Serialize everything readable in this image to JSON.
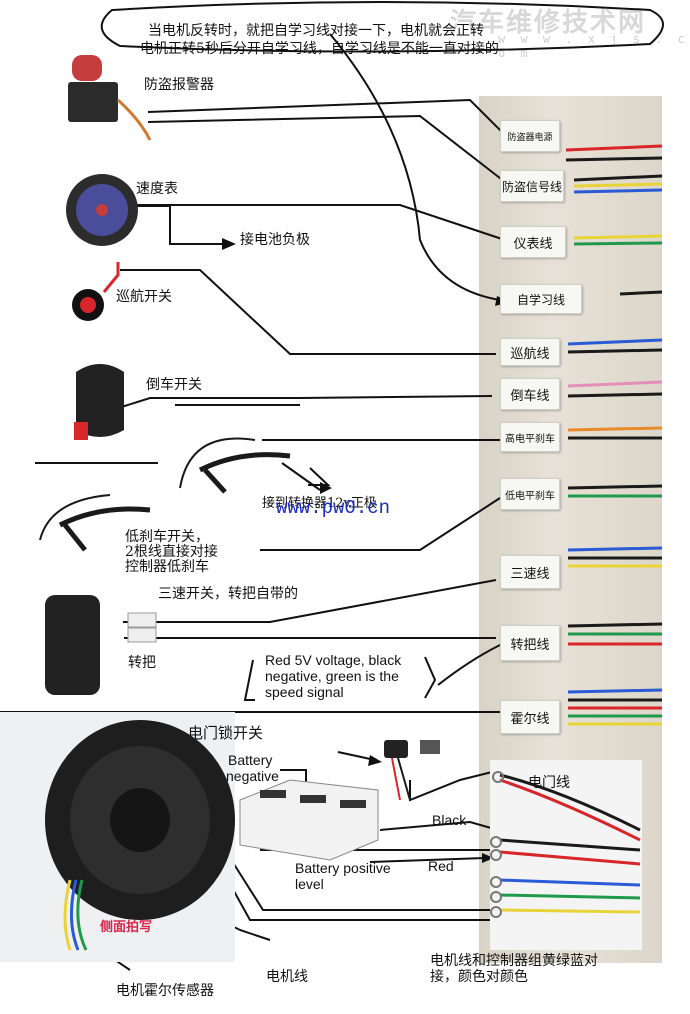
{
  "watermark": {
    "title": "汽车维修技术网",
    "url": "w w w . x j s . c o m"
  },
  "top_note": {
    "line1": "当电机反转时，就把自学习线对接一下，电机就会正转",
    "line2": "电机正转5秒后分开自学习线，自学习线是不能一直对接的"
  },
  "components": {
    "alarm": "防盗报警器",
    "speedometer": "速度表",
    "battery_negative_cn": "接电池负极",
    "cruise_switch": "巡航开关",
    "reverse_switch": "倒车开关",
    "high_brake_note": "接到转换器12v正极",
    "website": "www.pw0.cn",
    "low_brake_line1": "低刹车开关，",
    "low_brake_line2": "2根线直接对接",
    "low_brake_line3": "控制器低刹车",
    "three_speed": "三速开关，转把自带的",
    "throttle": "转把",
    "signal_line1": "Red 5V voltage, black",
    "signal_line2": "negative, green is the",
    "signal_line3": "speed signal",
    "door_lock_switch": "电门锁开关",
    "battery_neg_en_1": "Battery",
    "battery_neg_en_2": "negative",
    "battery_pos_en_1": "Battery positive",
    "battery_pos_en_2": "level",
    "door_wire": "电门线",
    "black": "Black",
    "red": "Red",
    "motor_line": "电机线",
    "hall_sensor": "电机霍尔传感器",
    "motor_note_1": "电机线和控制器组黄绿蓝对",
    "motor_note_2": "接，颜色对颜色",
    "wheel_text": "侧面拍写"
  },
  "connectors": [
    {
      "label": "防盗器电源"
    },
    {
      "label": "防盗信号线"
    },
    {
      "label": "仪表线"
    },
    {
      "label": "自学习线"
    },
    {
      "label": "巡航线"
    },
    {
      "label": "倒车线"
    },
    {
      "label": "高电平刹车"
    },
    {
      "label": "低电平刹车"
    },
    {
      "label": "三速线"
    },
    {
      "label": "转把线"
    },
    {
      "label": "霍尔线"
    }
  ],
  "colors": {
    "wire_red": "#d8262a",
    "wire_blue": "#2a5bd6",
    "wire_green": "#1f9a4a",
    "wire_yellow": "#e8d43a",
    "wire_black": "#1a1a1a",
    "wire_orange": "#e88a2a",
    "wire_pink": "#e48fb8"
  }
}
